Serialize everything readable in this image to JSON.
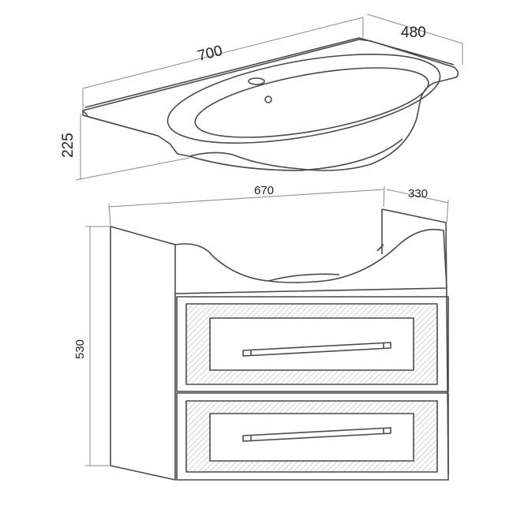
{
  "sink": {
    "width_label": "700",
    "depth_label": "480",
    "height_label": "225"
  },
  "cabinet": {
    "width_label": "670",
    "depth_label": "330",
    "height_label": "530"
  },
  "colors": {
    "line": "#4a4a4a",
    "dim": "#8a8a8a",
    "hatch": "#b5b5b5"
  }
}
